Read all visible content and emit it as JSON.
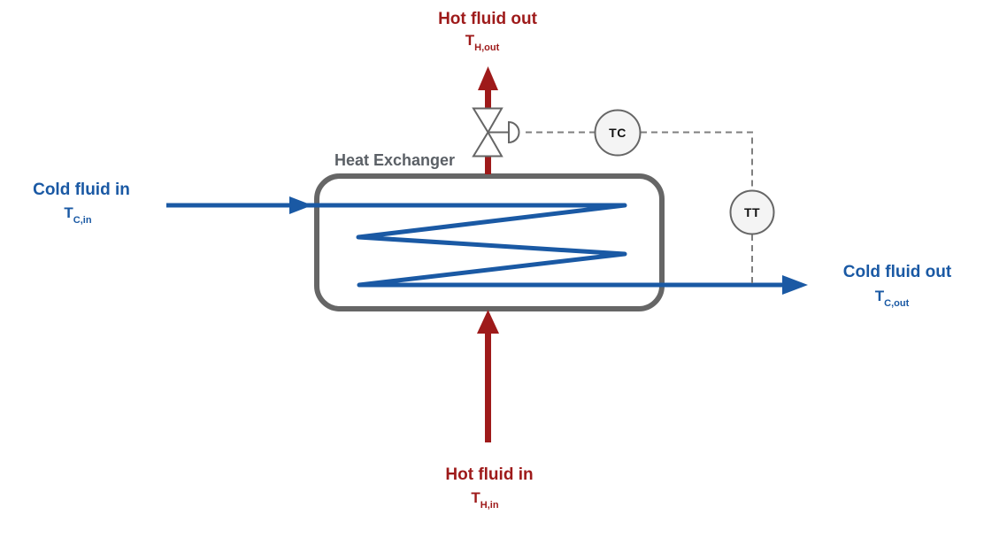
{
  "diagram": {
    "equipment_title": "Heat Exchanger",
    "streams": {
      "cold_in": {
        "label": "Cold fluid in",
        "symbol": "T",
        "subscript": "C,in"
      },
      "cold_out": {
        "label": "Cold fluid out",
        "symbol": "T",
        "subscript": "C,out"
      },
      "hot_in": {
        "label": "Hot fluid in",
        "symbol": "T",
        "subscript": "H,in"
      },
      "hot_out": {
        "label": "Hot fluid out",
        "symbol": "T",
        "subscript": "H,out"
      }
    },
    "instruments": {
      "temperature_controller": {
        "tag": "TC"
      },
      "temperature_transmitter": {
        "tag": "TT"
      }
    }
  },
  "colors": {
    "hot": "#9e1a1a",
    "cold": "#1a59a4",
    "vessel_border": "#666666",
    "label_gray": "#5b6066",
    "signal_dashed": "#7f7f7f",
    "instrument_fill": "#f4f4f4",
    "instrument_text": "#111111",
    "background": "#ffffff"
  }
}
